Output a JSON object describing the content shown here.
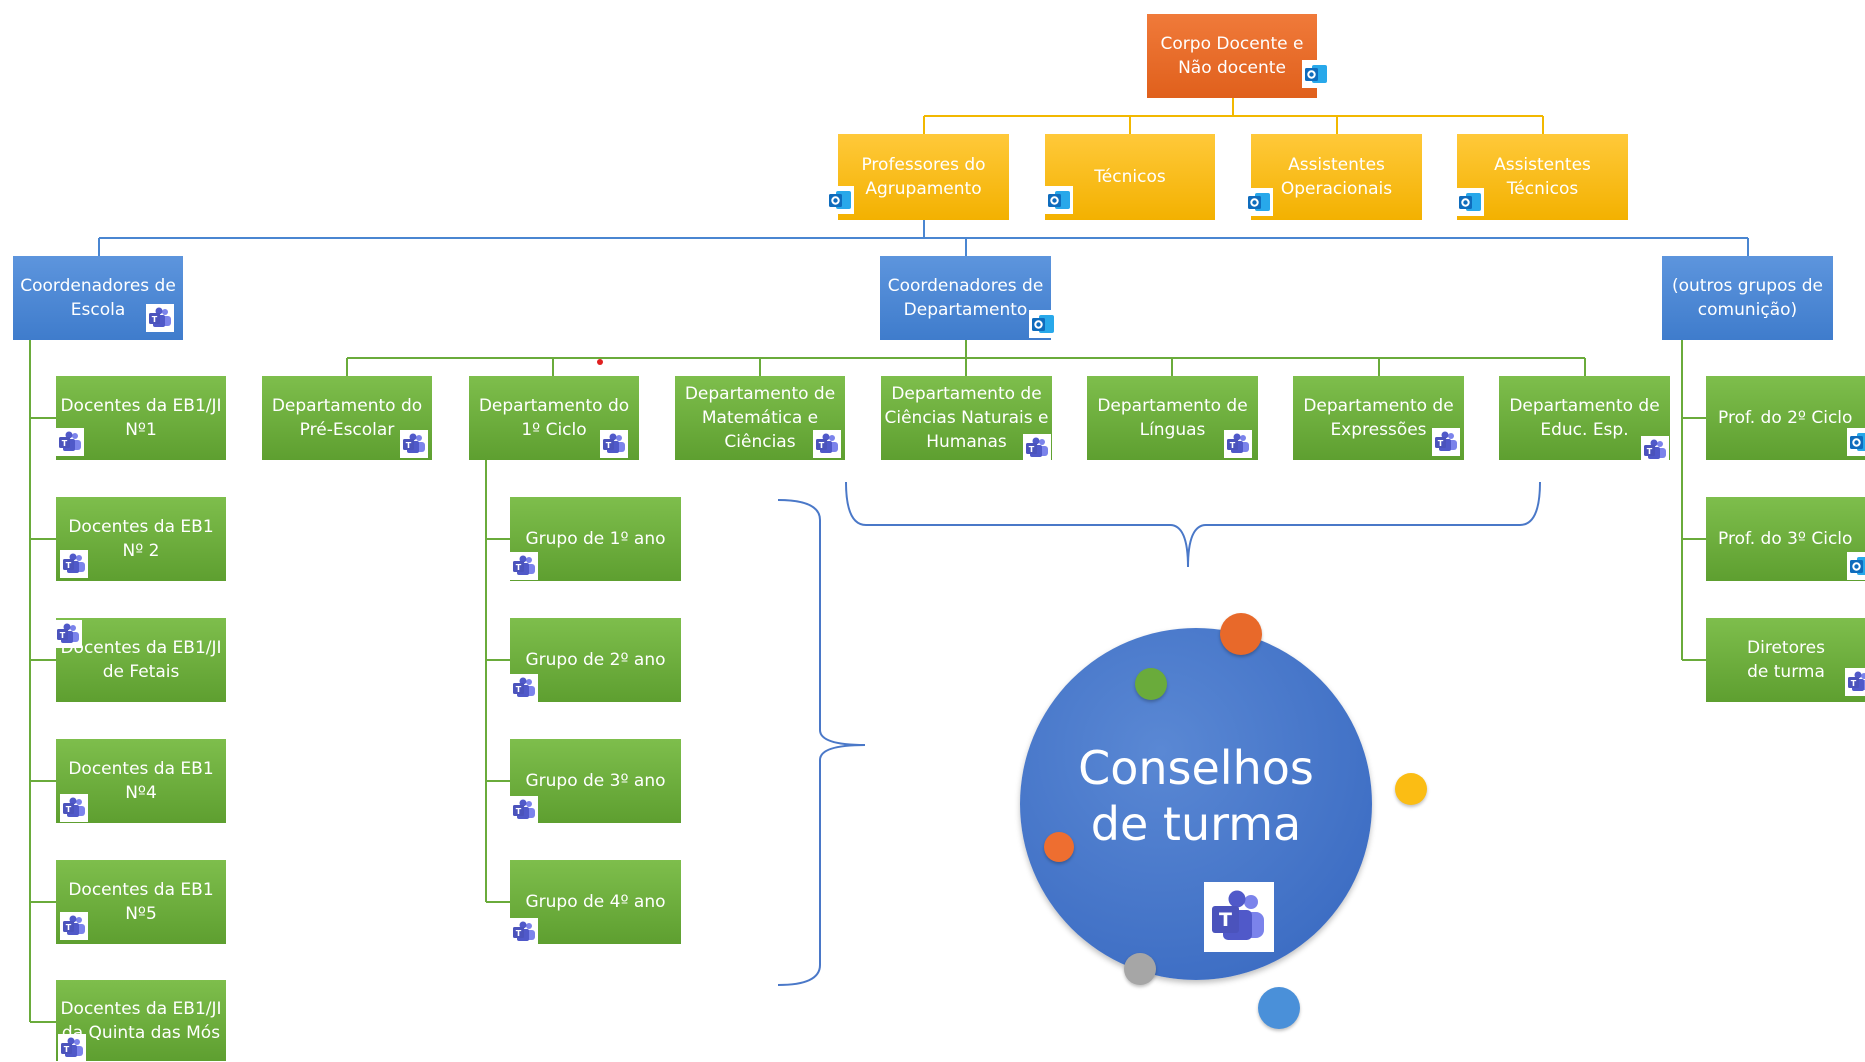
{
  "colors": {
    "orange": "#e8692a",
    "yellow": "#fbbd14",
    "blue": "#4a86d1",
    "green": "#6aab3b",
    "teams": "#5059c9",
    "outlook": "#0f6cbd"
  },
  "root": {
    "label": "Corpo Docente e Não docente",
    "icon": "outlook-icon"
  },
  "level1": [
    {
      "label": "Professores do Agrupamento",
      "icon": "outlook-icon"
    },
    {
      "label": "Técnicos",
      "icon": "outlook-icon"
    },
    {
      "label": "Assistentes Operacionais",
      "icon": "outlook-icon"
    },
    {
      "label": "Assistentes Técnicos",
      "icon": "outlook-icon"
    }
  ],
  "coordinators": [
    {
      "label": "Coordenadores de Escola",
      "icon": "teams-icon"
    },
    {
      "label": "Coordenadores de Departamento",
      "icon": "outlook-icon"
    },
    {
      "label": "(outros grupos de comunição)",
      "icon": ""
    }
  ],
  "schools": [
    {
      "label": "Docentes da EB1/JI Nº1",
      "icon": "teams-icon"
    },
    {
      "label": "Docentes da EB1 Nº 2",
      "icon": "teams-icon"
    },
    {
      "label": "Docentes da EB1/JI de Fetais",
      "icon": "teams-icon"
    },
    {
      "label": "Docentes da EB1 Nº4",
      "icon": "teams-icon"
    },
    {
      "label": "Docentes da EB1 Nº5",
      "icon": "teams-icon"
    },
    {
      "label": "Docentes da EB1/JI da Quinta das Mós",
      "icon": "teams-icon"
    }
  ],
  "departments": [
    {
      "label": "Departamento do Pré-Escolar",
      "icon": "teams-icon"
    },
    {
      "label": "Departamento do 1º Ciclo",
      "icon": "teams-icon"
    },
    {
      "label": "Departamento de Matemática e Ciências",
      "icon": "teams-icon"
    },
    {
      "label": "Departamento de Ciências Naturais e Humanas",
      "icon": "teams-icon"
    },
    {
      "label": "Departamento de Línguas",
      "icon": "teams-icon"
    },
    {
      "label": "Departamento de Expressões",
      "icon": "teams-icon"
    },
    {
      "label": "Departamento de Educ. Esp.",
      "icon": "teams-icon"
    }
  ],
  "year_groups": [
    {
      "label": "Grupo de 1º ano",
      "icon": "teams-icon"
    },
    {
      "label": "Grupo de 2º ano",
      "icon": "teams-icon"
    },
    {
      "label": "Grupo de 3º ano",
      "icon": "teams-icon"
    },
    {
      "label": "Grupo de 4º ano",
      "icon": "teams-icon"
    }
  ],
  "other_groups": [
    {
      "label": "Prof. do 2º Ciclo",
      "icon": "outlook-icon"
    },
    {
      "label": "Prof. do 3º Ciclo",
      "icon": "outlook-icon"
    },
    {
      "label": "Diretores de turma",
      "icon": "teams-icon"
    }
  ],
  "class_councils": {
    "label_line1": "Conselhos",
    "label_line2": "de turma",
    "icon": "teams-logo-icon"
  }
}
